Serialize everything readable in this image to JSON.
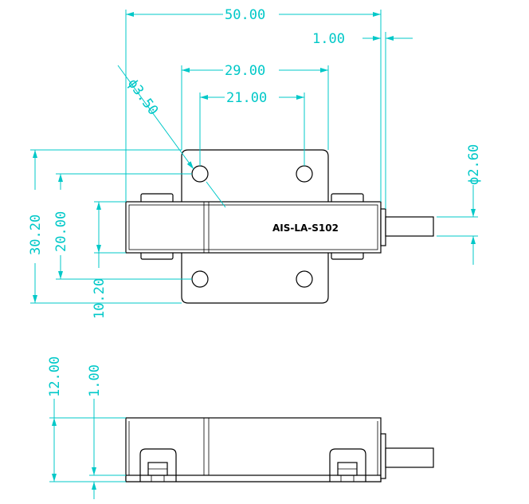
{
  "part": {
    "label": "AIS-LA-S102"
  },
  "dimensions": {
    "overall_length": "50.00",
    "cable_offset": "1.00",
    "mount_width": "29.00",
    "hole_spacing": "21.00",
    "hole_diameter": "ϕ3.50",
    "cable_diameter": "ϕ2.60",
    "flange_height": "30.20",
    "hole_pitch_vertical": "20.00",
    "body_height": "10.20",
    "side_height": "12.00",
    "side_offset": "1.00"
  },
  "colors": {
    "dimension": "#00c8c8",
    "outline": "#000000",
    "background": "#ffffff"
  }
}
